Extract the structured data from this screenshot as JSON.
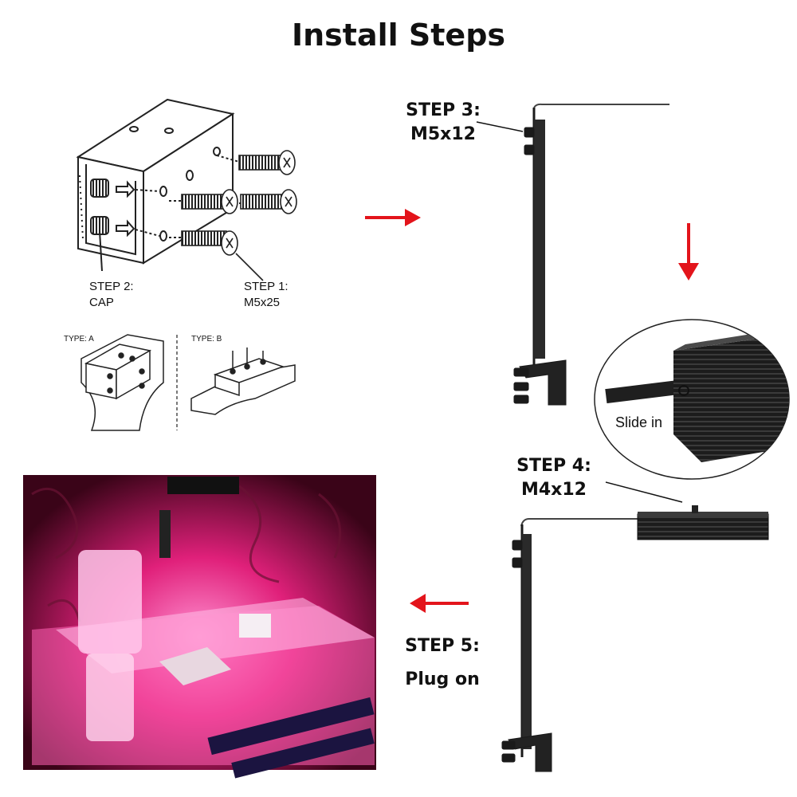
{
  "title": "Install Steps",
  "step1": {
    "label": "STEP 1:",
    "value": "M5x25"
  },
  "step2": {
    "label": "STEP 2:",
    "value": "CAP"
  },
  "step3": {
    "label": "STEP 3:",
    "value": "M5x12"
  },
  "step4": {
    "label": "STEP 4:",
    "value": "M4x12"
  },
  "step5": {
    "label": "STEP 5:",
    "value": "Plug on"
  },
  "type_a": "TYPE:  A",
  "type_b": "TYPE:  B",
  "slide_in": "Slide in",
  "colors": {
    "arrow": "#e3141b",
    "bracket": "#1a1a1a",
    "photo_glow": "#ff2a8c"
  },
  "icons": [
    "arrow-right-icon",
    "arrow-down-icon",
    "arrow-left-icon",
    "screw-icon"
  ]
}
